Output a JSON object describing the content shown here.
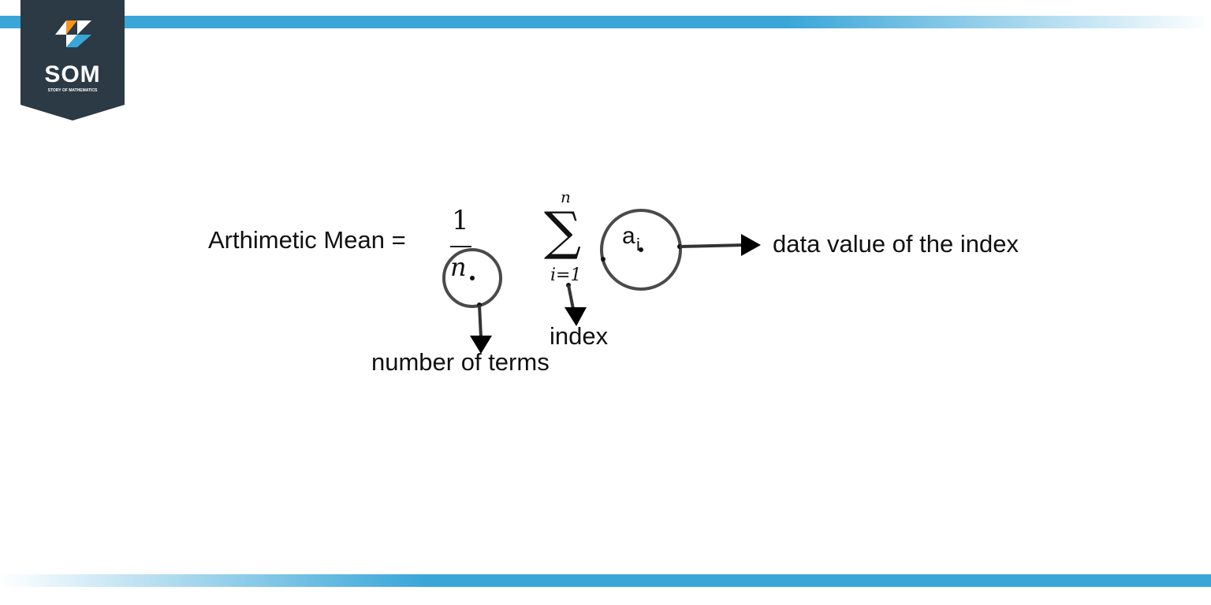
{
  "logo": {
    "text": "SOM",
    "subtitle": "STORY OF MATHEMATICS",
    "colors": {
      "bg": "#2b3a45",
      "orange": "#f7941d",
      "blue": "#3aa6d8"
    }
  },
  "accent_color": "#3aa6d8",
  "formula": {
    "lhs": "Arthimetic Mean =",
    "numerator": "1",
    "denominator": "n",
    "sum_symbol": "∑",
    "sum_upper": "n",
    "sum_lower": "i=1",
    "term_base": "a",
    "term_sub": "i"
  },
  "annotations": {
    "number_of_terms": "number of terms",
    "index": "index",
    "data_value": "data value of the index"
  }
}
